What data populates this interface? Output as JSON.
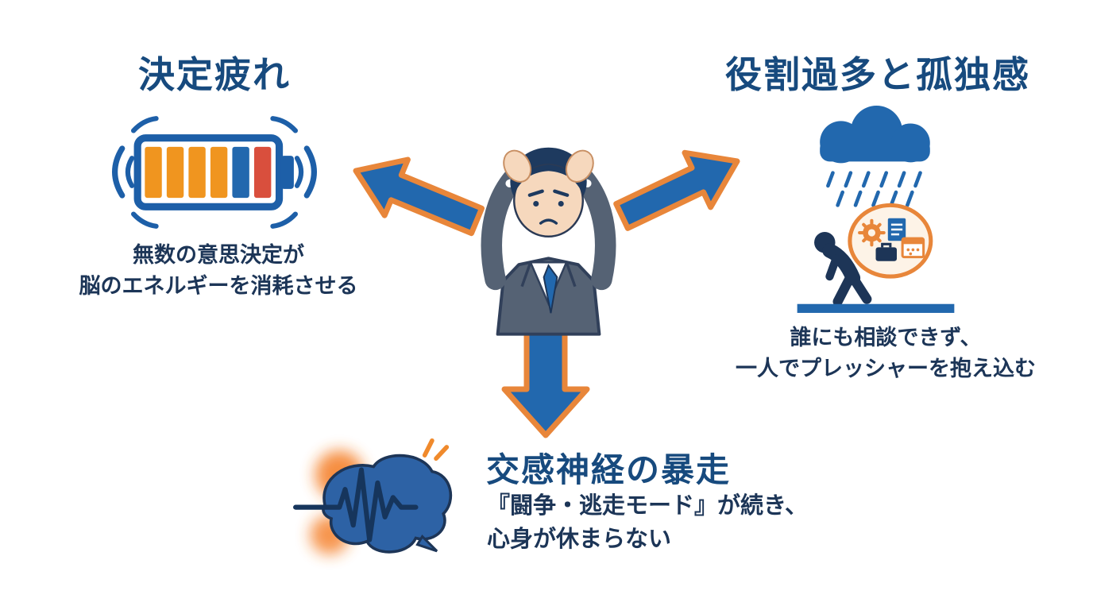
{
  "colors": {
    "heading_blue": "#174a7e",
    "bottom_heading_blue": "#1a5296",
    "body_text_navy": "#1c3557",
    "arrow_fill_blue": "#2268ae",
    "arrow_outline_orange": "#e8863a",
    "battery_outline_blue": "#1d5fa8",
    "battery_segment_orange": "#f0951f",
    "battery_segment_blue": "#2268ae",
    "battery_segment_red": "#d94f3d",
    "cloud_blue": "#2268ae",
    "silhouette_navy": "#1d3557",
    "brain_blue": "#2d62a5",
    "glow_orange": "#f47b20"
  },
  "sections": {
    "decision_fatigue": {
      "title": "決定疲れ",
      "description_line1": "無数の意思決定が",
      "description_line2": "脳のエネルギーを消耗させる",
      "icon": "vibrating-battery-icon"
    },
    "role_overload": {
      "title": "役割過多と孤独感",
      "description_line1": "誰にも相談できず、",
      "description_line2": "一人でプレッシャーを抱え込む",
      "icon": "rain-cloud-burdened-person-icon"
    },
    "sympathetic_nerve": {
      "title": "交感神経の暴走",
      "description_line1": "『闘争・逃走モード』が続き、",
      "description_line2": "心身が休まらない",
      "icon": "brain-ekg-icon"
    }
  },
  "center_figure": "stressed-businessman-holding-head",
  "arrows": [
    "upper-left",
    "upper-right",
    "down"
  ]
}
